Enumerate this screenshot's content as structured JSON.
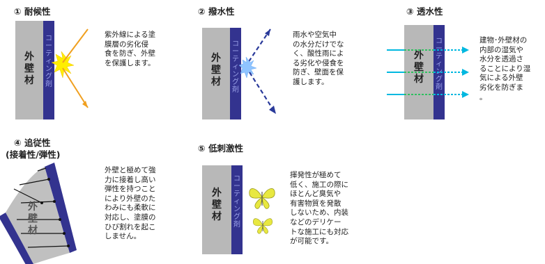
{
  "sections": [
    {
      "num": "①",
      "title": "耐候性",
      "wall": "外\n壁\n材",
      "coat": "コ\nー\nテ\nィ\nン\nグ\n剤",
      "desc": "紫外線による塗\n膜層の劣化侵\n食を防ぎ、外壁\nを保護します。"
    },
    {
      "num": "②",
      "title": "撥水性",
      "wall": "外\n壁\n材",
      "coat": "コ\nー\nテ\nィ\nン\nグ\n剤",
      "desc": "雨水や空気中\nの水分だけでな\nく、酸性雨によ\nる劣化や侵食を\n防ぎ、壁面を保\n護します。"
    },
    {
      "num": "③",
      "title": "透水性",
      "wall": "外\n壁\n材",
      "coat": "コ\nー\nテ\nィ\nン\nグ\n剤",
      "desc": "建物･外壁材の\n内部の湿気や\n水分を透過さ\nることにより湿\n気による外壁\n劣化を防ぎま\n。"
    },
    {
      "num": "④",
      "title": "追従性",
      "subtitle": "(接着性/弾性)",
      "wall": "外\n壁\n材",
      "desc": "外壁と極めて強\n力に接着し高い\n弾性を持つこと\nにより外壁のた\nわみにも柔軟に\n対応し、塗膜の\nひび割れを起こ\nしません。"
    },
    {
      "num": "⑤",
      "title": "低刺激性",
      "wall": "外\n壁\n材",
      "coat": "コ\nー\nテ\nィ\nン\nグ\n剤",
      "desc": "揮発性が極めて\n低く、施工の際に\nほとんど臭気や\n有害物質を発散\nしないため、内装\nなどのデリケー\nトな施工にも対応\nが可能です。"
    }
  ],
  "colors": {
    "wall": "#b8b8b8",
    "coating": "#33338f",
    "uv_ray": "#f0a020",
    "flash": "#ffee00",
    "water": "#2a3a9a",
    "splash": "#8fc4ff",
    "vapor": "#00b8e0",
    "vapor_inside": "#2fc060",
    "butterfly": "#e8e840"
  },
  "icons": [
    "uv-ray-icon",
    "flash-icon",
    "water-drop-arrow-icon",
    "splash-icon",
    "vapor-arrow-icon",
    "butterfly-icon"
  ]
}
